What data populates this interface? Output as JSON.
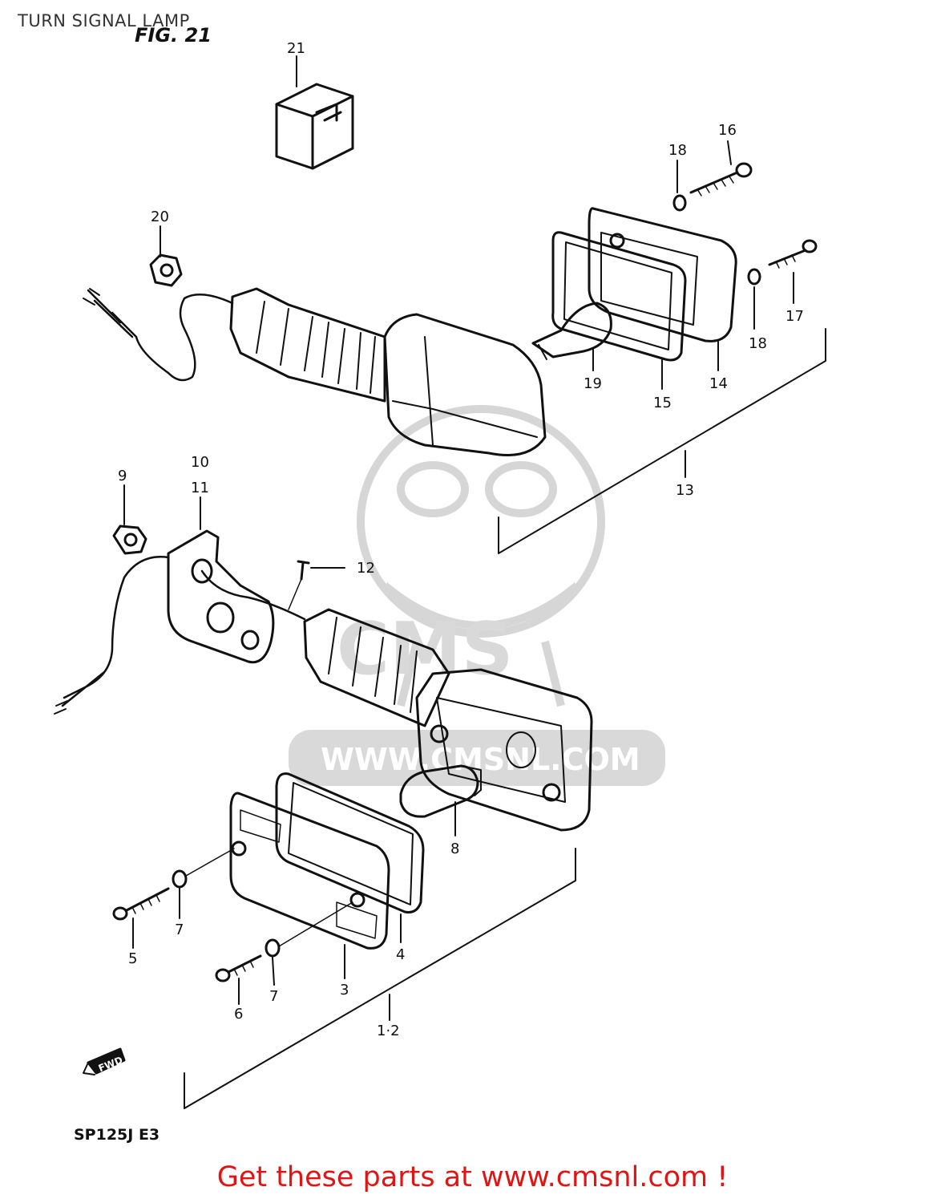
{
  "header": {
    "title": "TURN SIGNAL LAMP",
    "figure": "FIG. 21"
  },
  "footer": {
    "model": "SP125J  E3",
    "promo": "Get these parts at www.cmsnl.com !"
  },
  "watermark": {
    "text": "WWW.CMSNL.COM",
    "logo": "CMS"
  },
  "direction_mark": "FWD",
  "callouts": [
    "21",
    "16",
    "18",
    "20",
    "17",
    "18",
    "19",
    "15",
    "14",
    "13",
    "10",
    "11",
    "9",
    "12",
    "8",
    "7",
    "5",
    "4",
    "3",
    "7",
    "6",
    "1·2"
  ]
}
